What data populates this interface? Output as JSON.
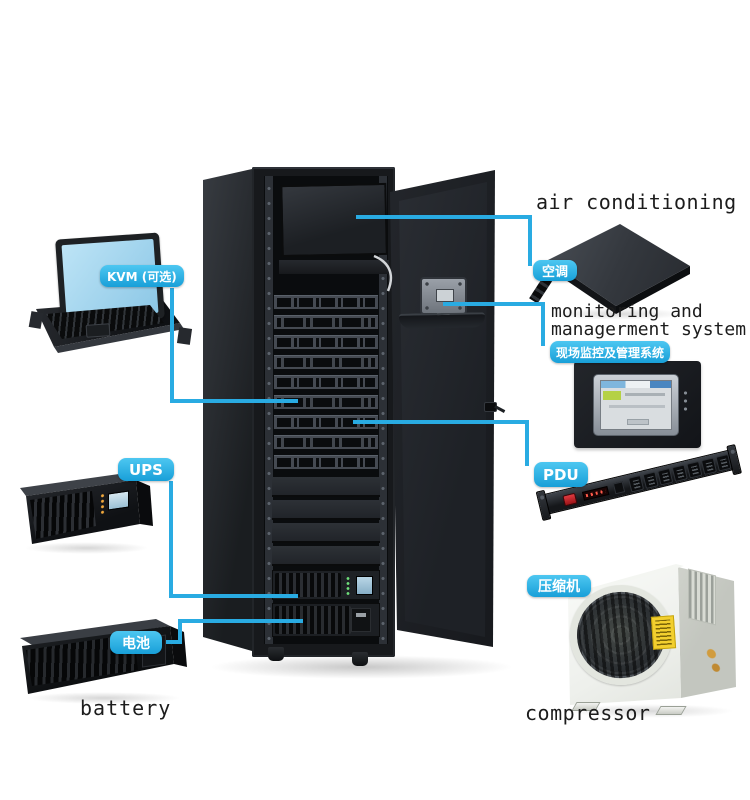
{
  "colors": {
    "accent": "#29abe2",
    "pill_top": "#4dc7f1",
    "pill_bottom": "#189fd8",
    "text": "#1c1c1c",
    "background": "#ffffff"
  },
  "callouts": {
    "kvm": {
      "label": "KVM (可选)"
    },
    "ups": {
      "label": "UPS"
    },
    "battery": {
      "label_cn": "电池",
      "caption_en": "battery"
    },
    "air_conditioning": {
      "caption_en": "air conditioning",
      "label_cn": "空调"
    },
    "monitoring": {
      "caption_en_line1": "monitoring and",
      "caption_en_line2": "managerment system",
      "label_cn": "现场监控及管理系统"
    },
    "pdu": {
      "label": "PDU"
    },
    "compressor": {
      "label_cn": "压缩机",
      "caption_en": "compressor"
    }
  }
}
